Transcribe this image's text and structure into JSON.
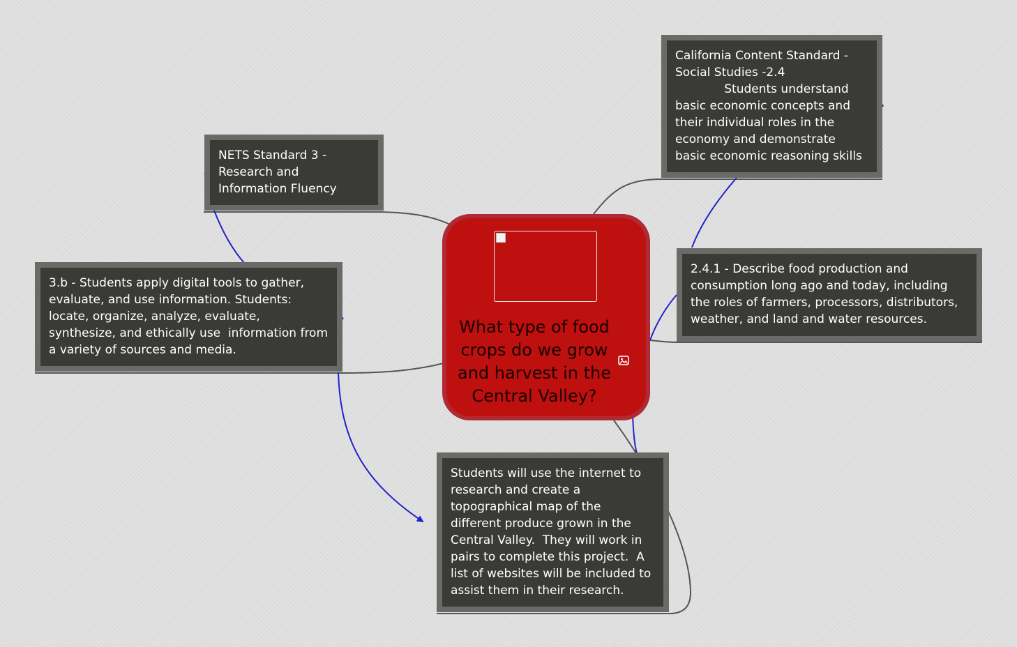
{
  "central": {
    "title": "What type of food crops do we grow and harvest in the Central Valley?",
    "icon": "image-icon",
    "color": "#bf1010"
  },
  "nodes": {
    "nets": "NETS Standard 3 - Research and Information Fluency",
    "std_3b": "3.b - Students apply digital tools to gather, evaluate, and use information. Students: locate, organize, analyze, evaluate, synthesize, and ethically use  information from a variety of sources and media.",
    "ca_standard": "California Content Standard - Social Studies -2.4\n             Students understand basic economic concepts and their individual roles in the economy and demonstrate basic economic reasoning skills",
    "std_241": "2.4.1 - Describe food production and consumption long ago and today, including the roles of farmers, processors, distributors, weather, and land and water resources.",
    "activity": "Students will use the internet to research and create a topographical map of the different produce grown in the Central Valley.  They will work in pairs to complete this project.  A list of websites will be included to assist them in their research."
  },
  "colors": {
    "node_border": "#6a6b66",
    "node_fill": "#3a3b37",
    "connector_gray": "#555555",
    "relation_blue": "#2222cc"
  }
}
